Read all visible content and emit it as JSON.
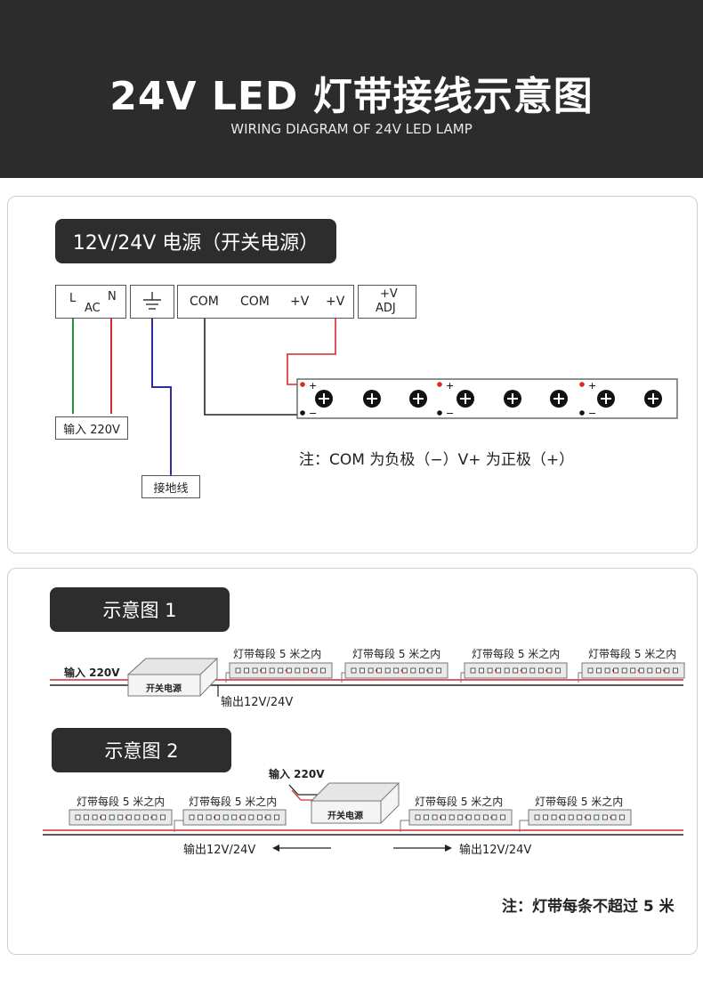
{
  "header": {
    "title": "24V LED 灯带接线示意图",
    "subtitle": "WIRING DIAGRAM OF 24V LED LAMP"
  },
  "panel1": {
    "heading": "12V/24V 电源（开关电源）",
    "terminals": {
      "ac_l": "L",
      "ac_n": "N",
      "ac_label": "AC",
      "com1": "COM",
      "com2": "COM",
      "v1": "+V",
      "v2": "+V",
      "adj_top": "+V",
      "adj_bottom": "ADJ"
    },
    "input_label": "输入 220V",
    "ground_label": "接地线",
    "plus_sign": "+",
    "minus_sign": "−",
    "note": "注：COM 为负极（−）V+ 为正极（+）"
  },
  "panel2": {
    "diagram1_heading": "示意图 1",
    "diagram2_heading": "示意图 2",
    "strip_label": "灯带每段 5 米之内",
    "psu_label": "开关电源",
    "input_label": "输入 220V",
    "output_label": "输出12V/24V",
    "note": "注：灯带每条不超过 5 米"
  },
  "colors": {
    "header_bg": "#2c2c2c",
    "wire_red": "#d42a2a",
    "wire_green": "#1f9a3a",
    "wire_blue": "#2a2f9a",
    "wire_black": "#222222"
  }
}
